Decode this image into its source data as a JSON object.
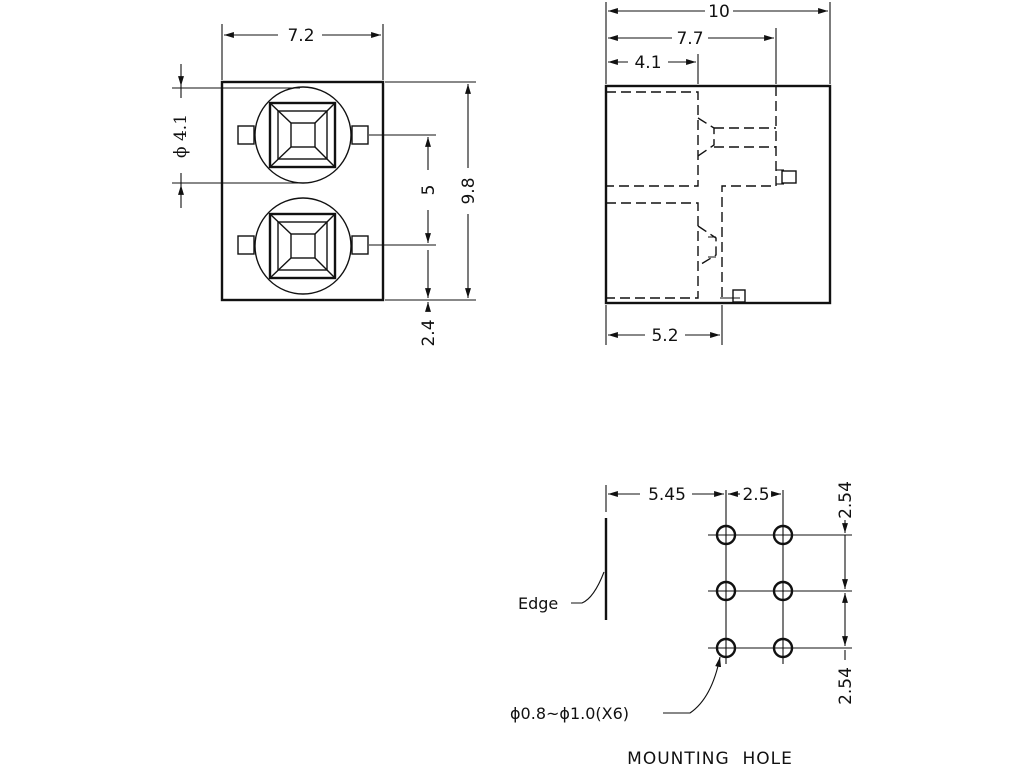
{
  "front_view": {
    "width": "7.2",
    "height": "9.8",
    "lens_diameter": "ϕ 4.1",
    "pin_spacing": "5",
    "bottom_offset": "2.4"
  },
  "side_view": {
    "overall_length": "10",
    "pin_position": "7.7",
    "lens_depth": "4.1",
    "base_depth": "5.2"
  },
  "mounting_hole": {
    "edge_offset": "5.45",
    "column_pitch": "2.5",
    "row_pitch_top": "2.54",
    "row_pitch_bottom": "2.54",
    "edge_label": "Edge",
    "hole_spec": "ϕ0.8~ϕ1.0(X6)",
    "title": "MOUNTING  HOLE"
  }
}
